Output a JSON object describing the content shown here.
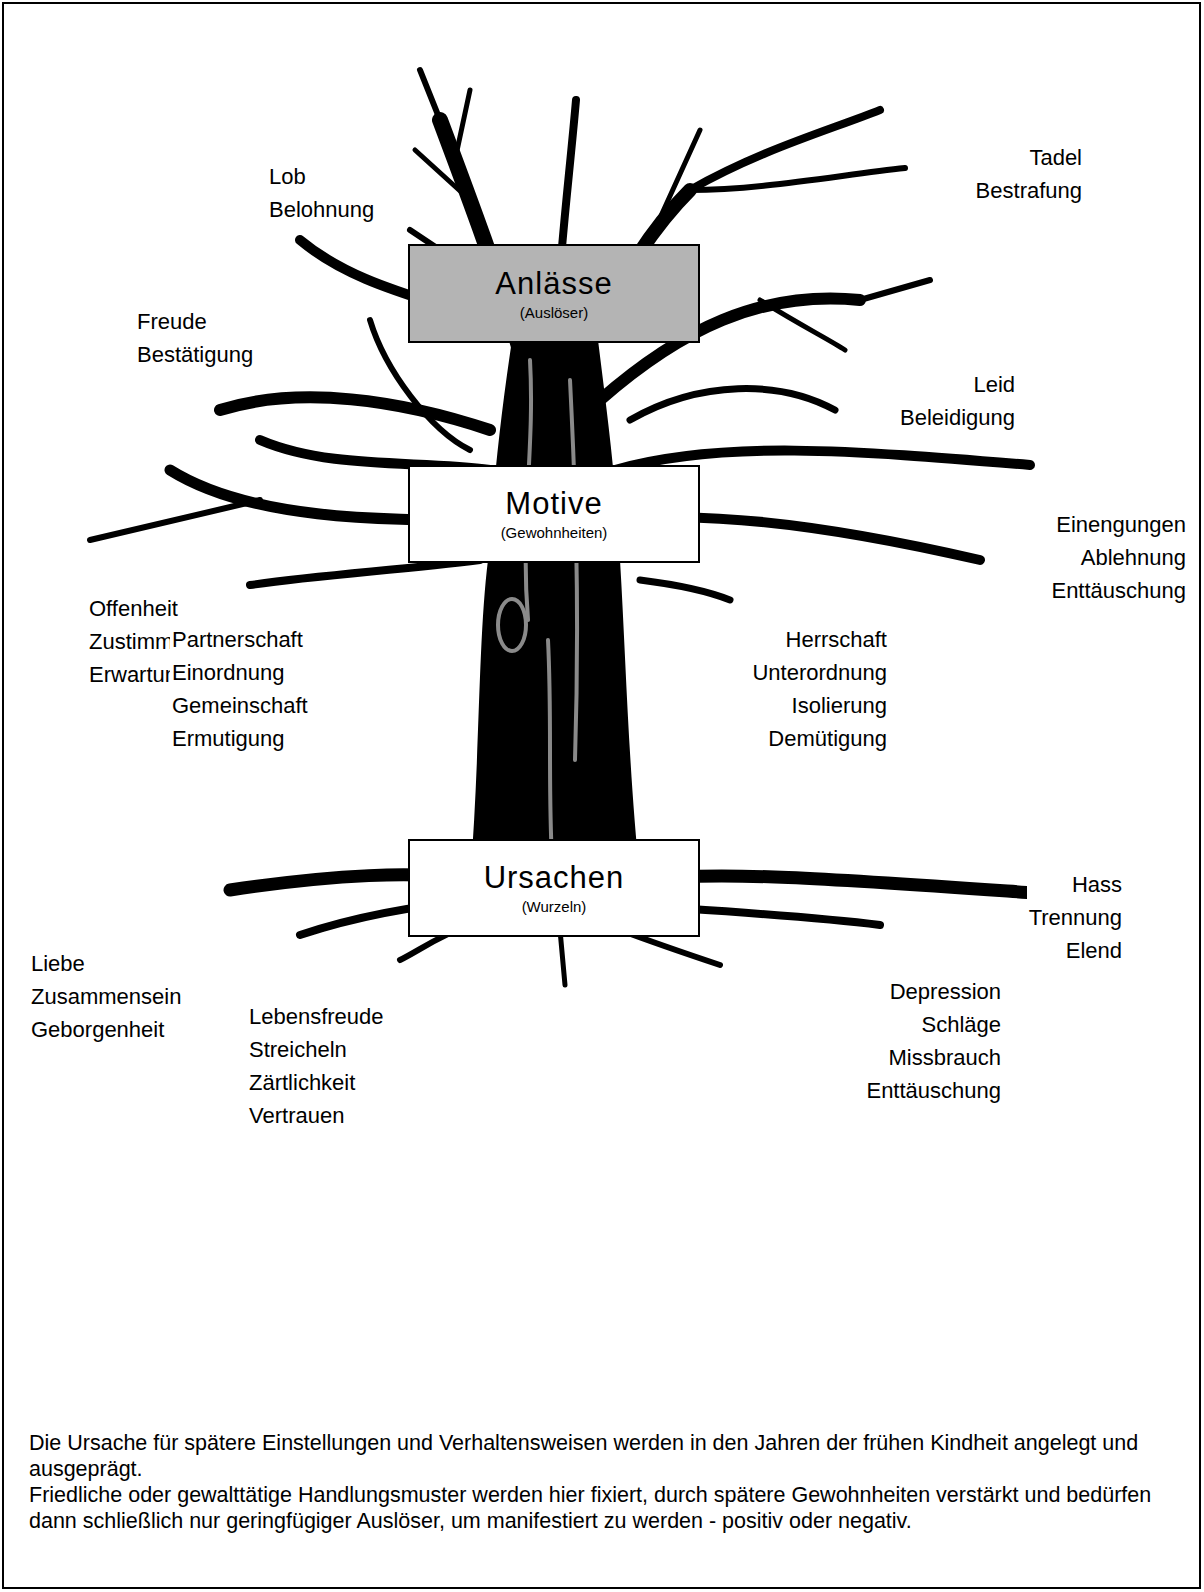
{
  "diagram": {
    "caption": "Die Ursache für spätere Einstellungen und Verhaltensweisen werden in den Jahren der frühen Kindheit angelegt und ausgeprägt.",
    "nodes": [
      {
        "text": [
          "Anlässe",
          "(Auslöser)"
        ]
      },
      {
        "text": [
          "Motive",
          "(Gewohnheiten)"
        ]
      },
      {
        "text": [
          "Ursachen",
          "(Wurzeln)"
        ]
      }
    ],
    "labels": [
      "Lob Belohnung",
      "Tadel Bestrafung",
      "Freude Bestätigung",
      "Leid Beleidigung",
      "Einengungen Ablehnung Enttäuschung",
      "Offenheit Zustimmung Erwartung",
      "Partnerschaft Einordnung Gemeinschaft Ermutigung",
      "Herrschaft Unterordnung Isolierung Demütigung",
      "Hass Trennung Elend",
      "Liebe Zusammensein Geborgenheit",
      "Lebensfreude Streicheln Zärtlichkeit Vertrauen",
      "Depression Schläge Missbrauch Enttäuschung",
      "Friedliche oder gewalttätige Handlungsmuster werden hier fixiert, durch spätere Gewohnheiten verstärkt und bedürfen dann schließlich nur geringfügiger Auslöser, um manifestiert zu werden - positiv oder negativ."
    ]
  }
}
